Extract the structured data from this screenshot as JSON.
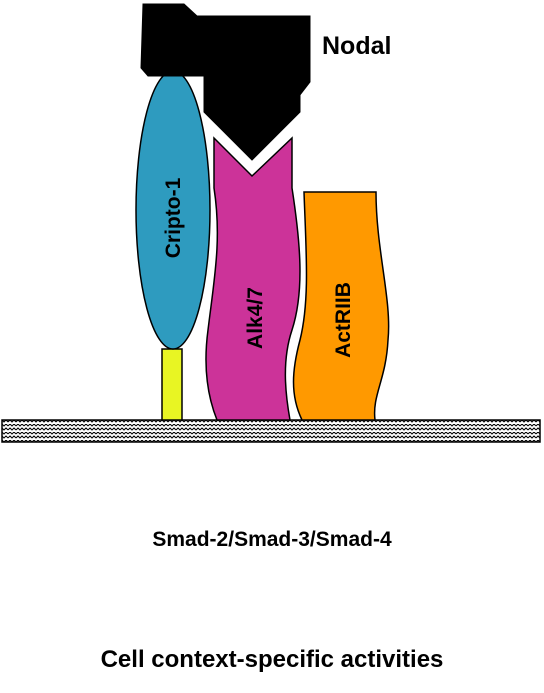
{
  "ligand": {
    "label": "Nodal",
    "color": "#000000"
  },
  "coreceptor": {
    "label": "Cripto-1",
    "color": "#2e9bbf",
    "anchor_color": "#e8f523"
  },
  "type1_receptor": {
    "label": "Alk4/7",
    "color": "#cc3399"
  },
  "type2_receptor": {
    "label": "ActRIIB",
    "color": "#ff9900"
  },
  "membrane": {
    "pattern": "zigzag-hatch"
  },
  "pathway": {
    "label": "Smad-2/Smad-3/Smad-4"
  },
  "outcome": {
    "label": "Cell context-specific activities"
  }
}
